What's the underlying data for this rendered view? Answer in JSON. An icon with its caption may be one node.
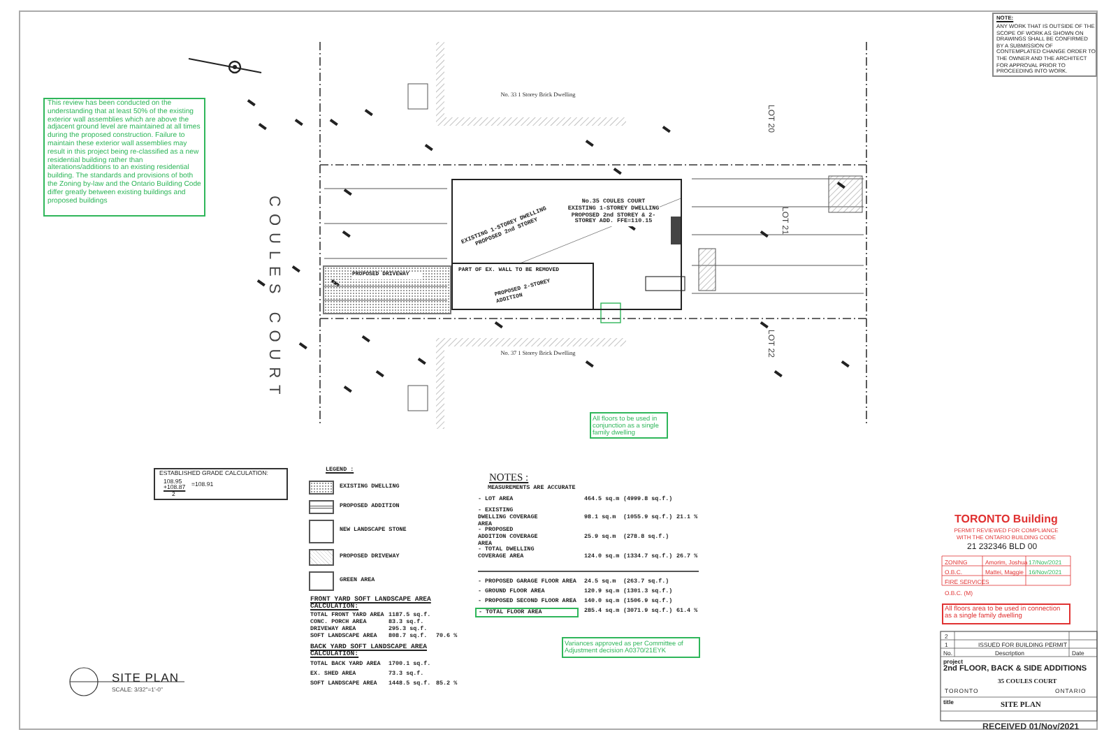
{
  "diagram": {
    "nodes": [
      {
        "text": [
          "This review has been conducted on the understanding that at least 50% of the existing exterior wall assemblies which are above the adjacent ground level are maintained at all times during the proposed construction. Failure to maintain these exterior wall assemblies may result in this project being re-classified as a new residential building rather than alterations/additions to an existing residential building. The standards and provisions of both the Zoning by-law and the Ontario Building Code differ greatly between existing buildings and proposed buildings"
        ]
      },
      {
        "text": [
          "No. 33 1 Storey Brick Dwelling"
        ]
      },
      {
        "text": [
          "No.35 COULES COURT EXISTING 1-STOREY DWELLING PROPOSED 2nd STOREY & 2-STOREY ADD. FFE=110.15"
        ]
      },
      {
        "text": [
          "PART OF EX. WALL TO BE REMOVED",
          "PROPOSED 2-STOREY ADDITION"
        ],
        "in": 2
      },
      {
        "text": [
          "PROPOSED DRIVEWAY"
        ]
      },
      {
        "text": [
          "No. 37 1 Storey Brick Dwelling"
        ]
      },
      {
        "text": [
          "All floors to be used in conjunction as a single family dwelling"
        ]
      },
      {
        "text": [
          "NOTE:",
          "ANY WORK THAT IS OUTSIDE OF THE SCOPE OF WORK AS SHOWN ON DRAWINGS SHALL BE CONFIRMED BY A SUBMISSION OF CONTEMPLATED CHANGE ORDER TO THE OWNER AND THE ARCHITECT FOR APPROVAL PRIOR TO PROCEEDING INTO WORK."
        ]
      },
      {
        "text": [
          "ESTABLISHED GRADE CALCULATION:",
          "108.95",
          "+108.87",
          "2",
          "=108.91"
        ]
      },
      {
        "text": [
          "- TOTAL FLOOR AREA"
        ]
      },
      {
        "text": [
          "Variances approved as per Committee of Adjustment decision A0370/21EYK"
        ]
      },
      {
        "text": [
          "All floors area to be used in connection as a single family dwelling"
        ]
      }
    ],
    "labels": [
      "COULES COURT",
      "LOT 20",
      "LOT 21",
      "LOT 22",
      "EXISTING 1-STOREY DWELLING PROPOSED 2nd STOREY",
      "LEGEND :",
      "FRONT YARD SOFT LANDSCAPE AREA CALCULATION:",
      "TOTAL FRONT YARD AREA",
      "1187.5 sq.f.",
      "CONC. PORCH AREA",
      "83.3 sq.f.",
      "DRIVEWAY AREA",
      "295.3 sq.f.",
      "SOFT LANDSCAPE AREA",
      "808.7 sq.f.",
      "70.6 %",
      "BACK YARD SOFT LANDSCAPE AREA CALCULATION:",
      "TOTAL BACK YARD AREA",
      "1700.1 sq.f.",
      "EX. SHED AREA",
      "73.3 sq.f.",
      "SOFT LANDSCAPE AREA",
      "1448.5 sq.f.",
      "85.2 %",
      "SITE PLAN",
      "SCALE: 3/32\"=1'-0\"",
      "NOTES :",
      "MEASUREMENTS ARE ACCURATE",
      "- LOT AREA",
      "464.5 sq.m",
      "(4999.8 sq.f.)",
      "- EXISTING DWELLING COVERAGE AREA",
      "98.1 sq.m",
      "(1055.9 sq.f.)",
      "21.1 %",
      "- PROPOSED ADDITION COVERAGE AREA",
      "25.9 sq.m",
      "(278.8 sq.f.)",
      "- TOTAL DWELLING COVERAGE AREA",
      "124.0 sq.m",
      "(1334.7 sq.f.)",
      "26.7 %",
      "- PROPOSED GARAGE FLOOR AREA",
      "24.5 sq.m",
      "(263.7 sq.f.)",
      "- GROUND FLOOR AREA",
      "120.9 sq.m",
      "(1301.3 sq.f.)",
      "- PROPOSED SECOND FLOOR AREA",
      "140.0 sq.m",
      "(1506.9 sq.f.)",
      "285.4 sq.m",
      "(3071.9 sq.f.)",
      "61.4 %",
      "TORONTO Building",
      "PERMIT REVIEWED FOR COMPLIANCE WITH THE ONTARIO BUILDING CODE",
      "21 232346 BLD 00",
      "ZONING",
      "Amorim, Joshua",
      "17/Nov/2021",
      "O.B.C.",
      "Mattei, Maggie",
      "16/Nov/2021",
      "FIRE SERVICES",
      "O.B.C. (M)",
      "2",
      "1",
      "ISSUED FOR BUILDING PERMIT",
      "No.",
      "Description",
      "Date",
      "project",
      "2nd FLOOR, BACK & SIDE ADDITIONS",
      "35 COULES COURT",
      "TORONTO",
      "ONTARIO",
      "title",
      "SITE PLAN",
      "RECEIVED 01/Nov/2021"
    ],
    "legend": [
      {
        "text": "EXISTING DWELLING"
      },
      {
        "text": "PROPOSED ADDITION"
      },
      {
        "text": "NEW LANDSCAPE STONE"
      },
      {
        "text": "PROPOSED DRIVEWAY"
      },
      {
        "text": "GREEN AREA"
      }
    ]
  }
}
